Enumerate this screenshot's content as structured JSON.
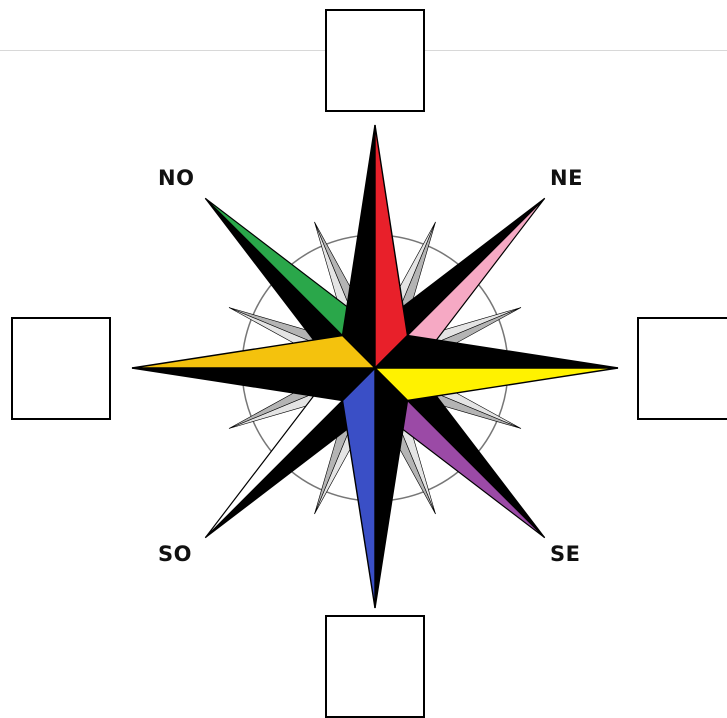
{
  "compass": {
    "labels": {
      "nw": "NO",
      "ne": "NE",
      "sw": "SO",
      "se": "SE"
    },
    "answer_boxes": {
      "north": "",
      "west": "",
      "east": "",
      "south": ""
    },
    "colors": {
      "outline": "#000000",
      "north": "#e8202a",
      "northeast": "#f6a9c4",
      "east": "#fff200",
      "southeast": "#9b4aa6",
      "south": "#3a4fc6",
      "southwest": "#ffffff",
      "west": "#f4c20d",
      "northwest": "#2aa74a",
      "dark_spike": "#000000",
      "minor_light": "#e4e4e4",
      "minor_dark": "#b4b4b4",
      "circle": "#777777",
      "rule": "#d8d8d8"
    }
  }
}
